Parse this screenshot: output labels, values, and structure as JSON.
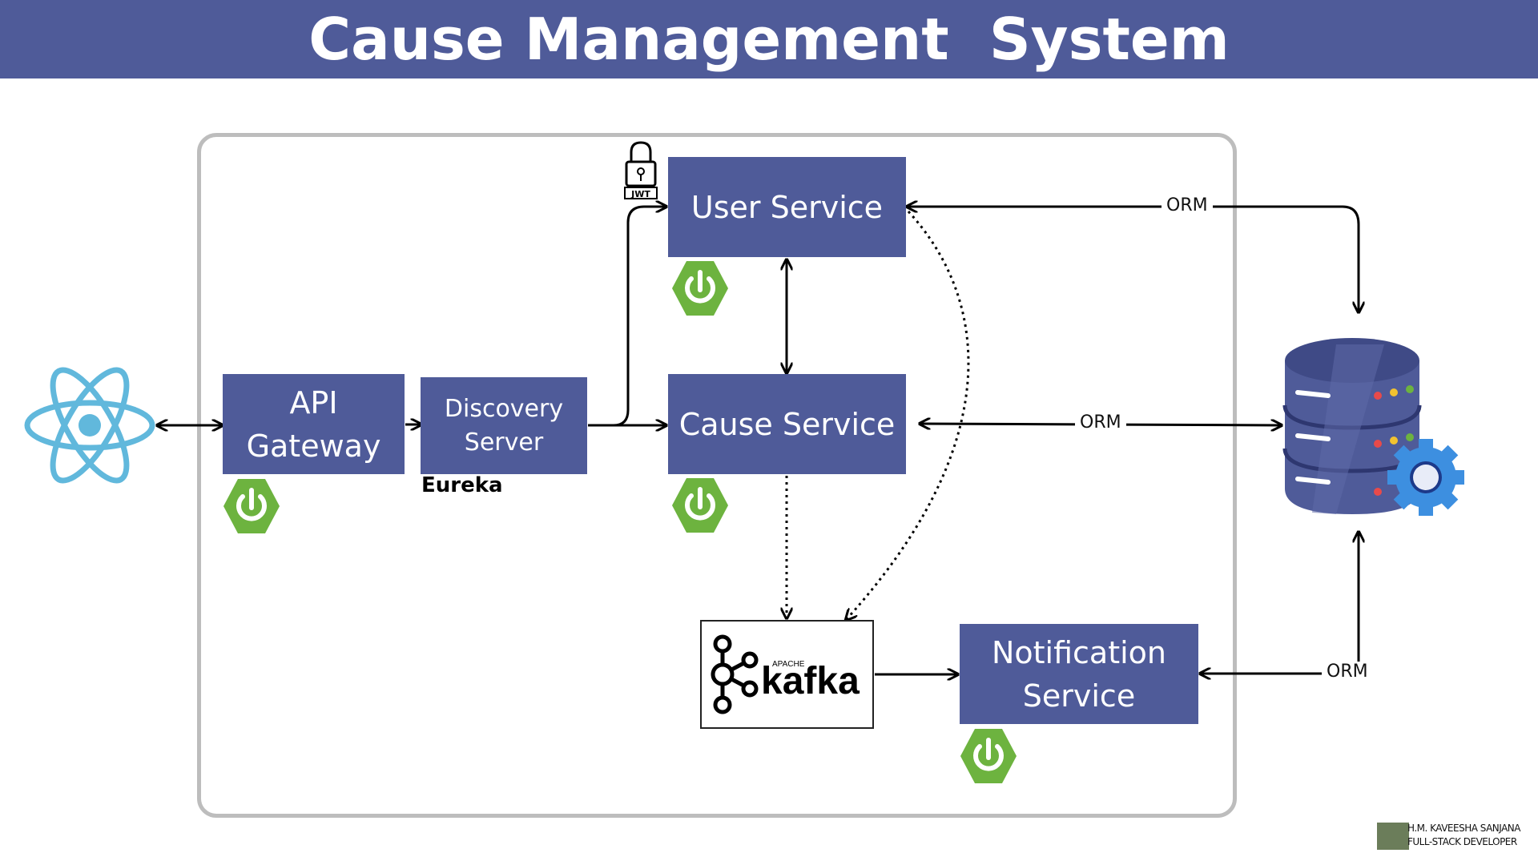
{
  "header": {
    "title": "Cause Management  System"
  },
  "services": {
    "api_gateway": "API\nGateway",
    "discovery_server": "Discovery\nServer",
    "discovery_caption": "Eureka",
    "user_service": "User Service",
    "cause_service": "Cause Service",
    "notification_service": "Notification\nService"
  },
  "kafka": {
    "brand": "kafka",
    "prefix": "APACHE"
  },
  "jwt": {
    "label": "JWT"
  },
  "connections": {
    "orm_user": "ORM",
    "orm_cause": "ORM",
    "orm_notification": "ORM"
  },
  "footer": {
    "author_name": "H.M. KAVEESHA SANJANA",
    "author_role": "FULL-STACK DEVELOPER"
  },
  "icons": {
    "frontend": "react-icon",
    "database": "database-gear-icon",
    "spring": "spring-boot-power-icon",
    "lock": "lock-icon"
  },
  "colors": {
    "header": "#4f5b99",
    "service_box": "#4f5b99",
    "spring_green": "#6db33f",
    "react_blue": "#61b8dc",
    "boundary": "#bdbdbd"
  }
}
